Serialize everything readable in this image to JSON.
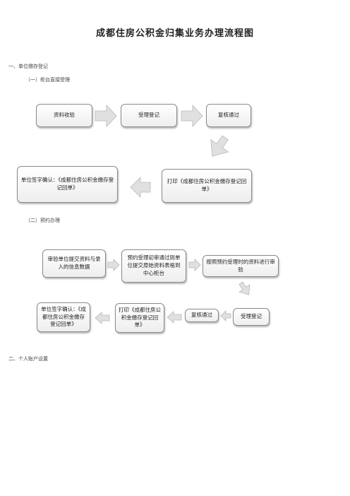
{
  "page": {
    "title": "成都住房公积金归集业务办理流程图"
  },
  "section1": {
    "heading": "一、单位缴存登记",
    "sub1": {
      "heading": "（一）柜台直接受理",
      "steps": [
        "资料收验",
        "受理登记",
        "复核通过",
        "打印《成都住房公积金缴存登记回单》",
        "单位签字确认：《成都住房公积金缴存登记回单》"
      ]
    },
    "sub2": {
      "heading": "（二）预约办理",
      "steps": [
        "审验单位提交资料与录入的信息数据",
        "预约受理初审通过则单位提交原始资料表格到中心柜台",
        "按照预约受理时的资料进行审验",
        "受理登记",
        "复核通过",
        "打印《成都住房公积金缴存登记回单》",
        "单位签字确认：《成都住房公积金缴存登记回单》"
      ]
    }
  },
  "section2": {
    "heading": "二、个人账户设置"
  },
  "colors": {
    "arrow_fill": "#e0e0e0",
    "arrow_stroke": "#b8b8b8",
    "box_border": "#8a8a8a"
  }
}
